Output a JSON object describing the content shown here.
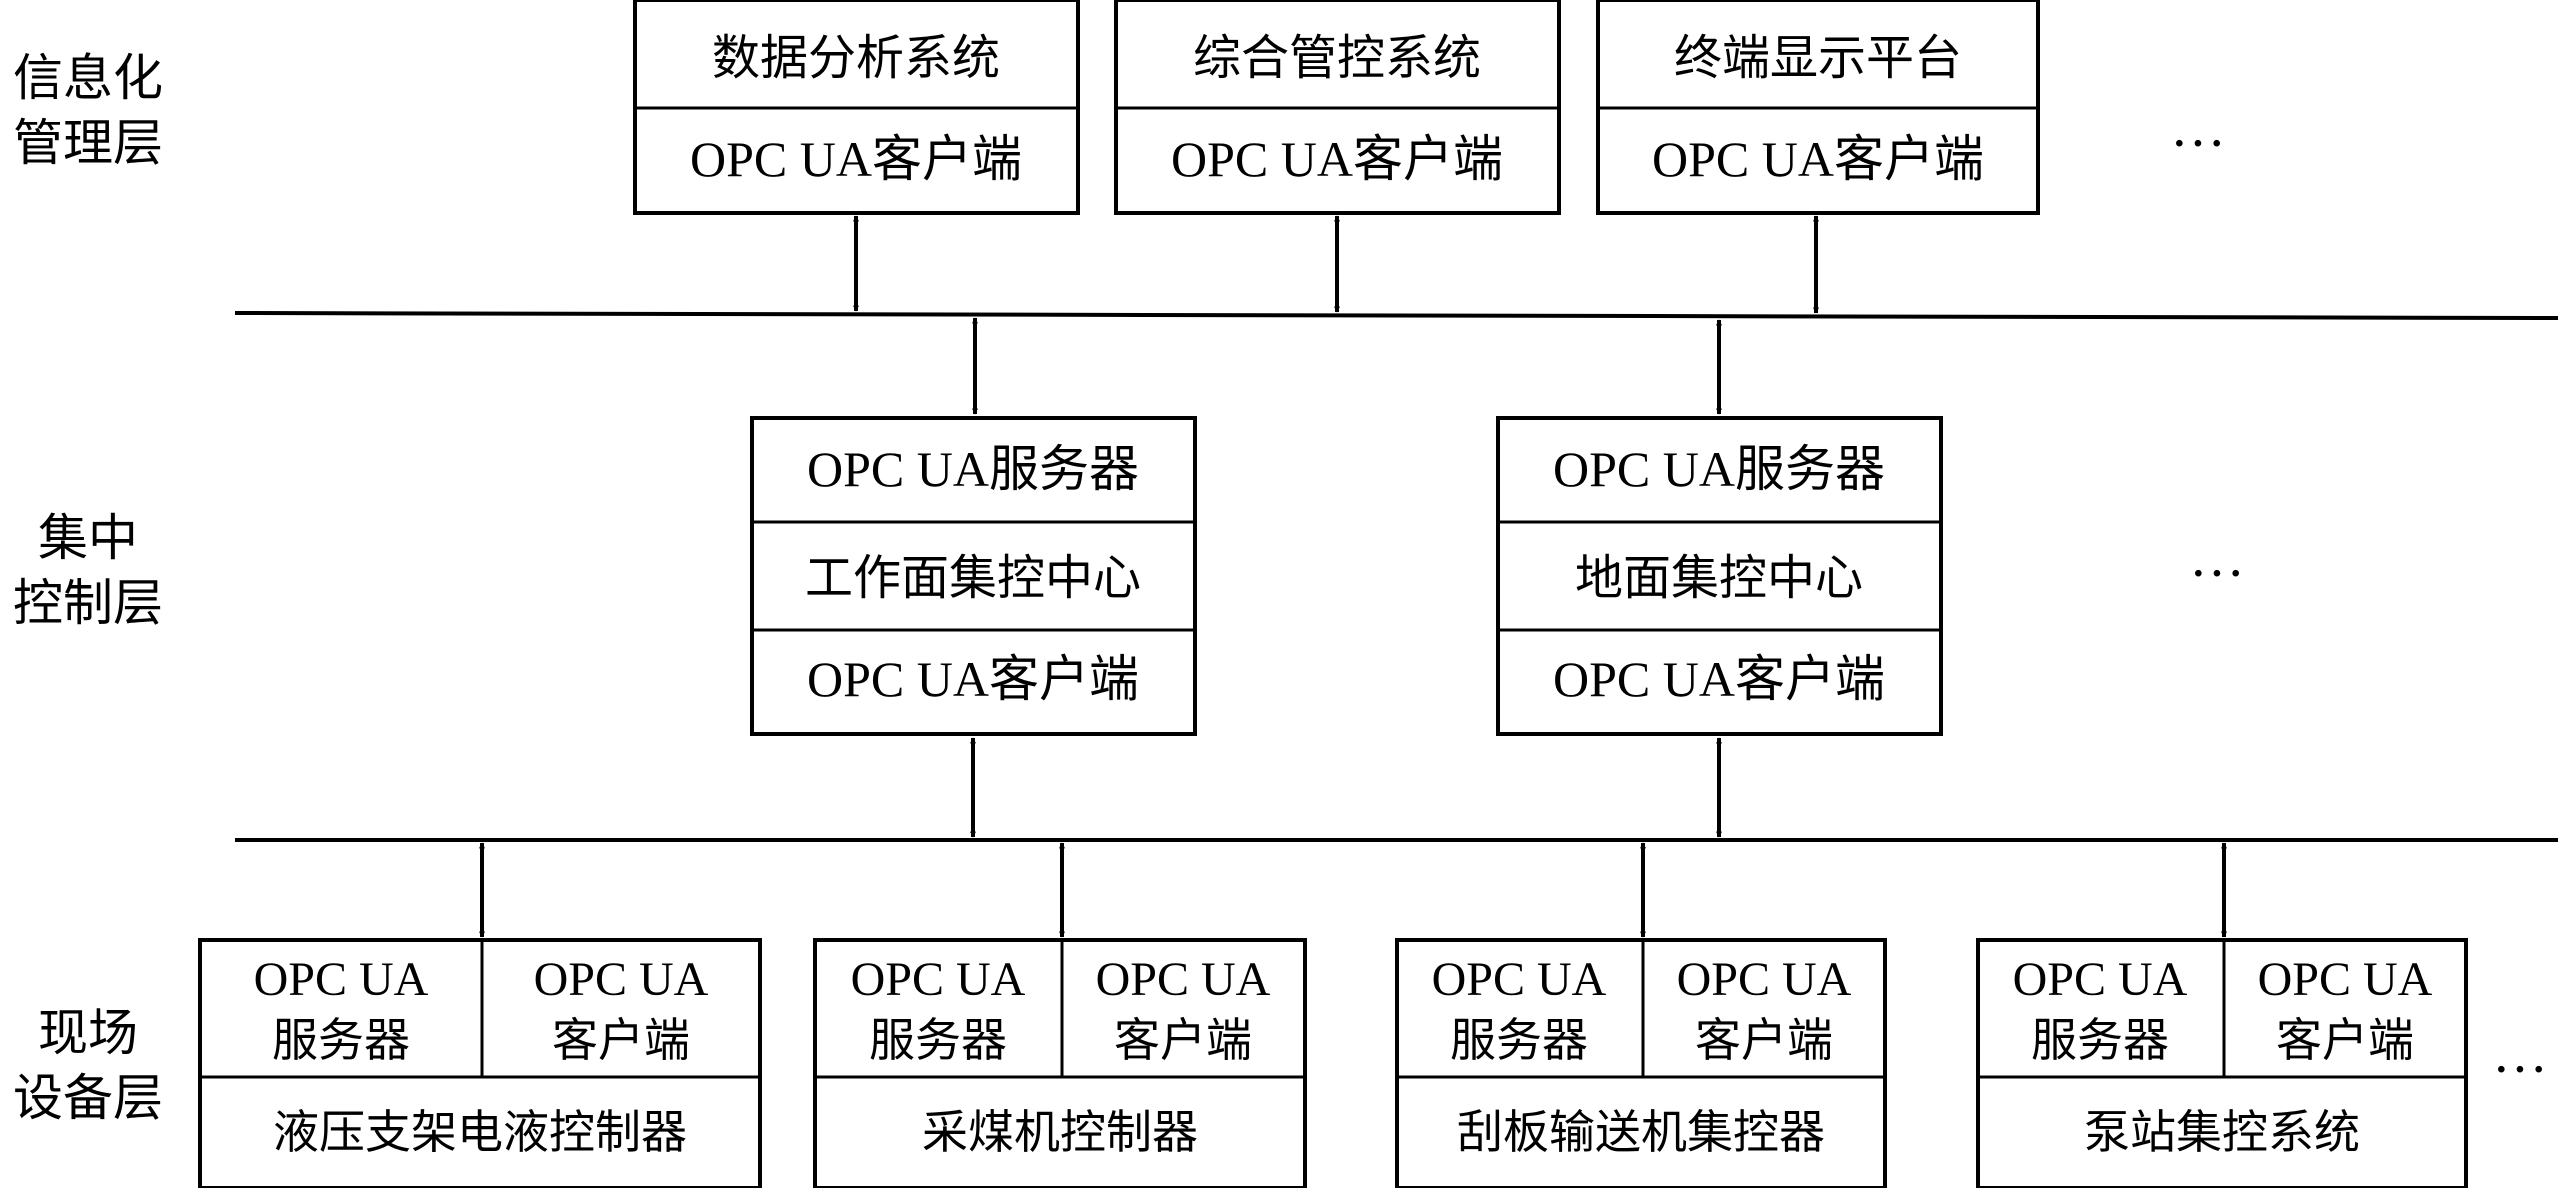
{
  "layers": {
    "info": [
      "信息化",
      "管理层"
    ],
    "control": [
      "集中",
      "控制层"
    ],
    "field": [
      "现场",
      "设备层"
    ]
  },
  "top_boxes": [
    {
      "title": "数据分析系统",
      "client": "OPC UA客户端"
    },
    {
      "title": "综合管控系统",
      "client": "OPC UA客户端"
    },
    {
      "title": "终端显示平台",
      "client": "OPC UA客户端"
    }
  ],
  "mid_boxes": [
    {
      "server": "OPC UA服务器",
      "title": "工作面集控中心",
      "client": "OPC UA客户端"
    },
    {
      "server": "OPC UA服务器",
      "title": "地面集控中心",
      "client": "OPC UA客户端"
    }
  ],
  "bottom_boxes": [
    {
      "server": [
        "OPC UA",
        "服务器"
      ],
      "client": [
        "OPC UA",
        "客户端"
      ],
      "title": "液压支架电液控制器"
    },
    {
      "server": [
        "OPC UA",
        "服务器"
      ],
      "client": [
        "OPC UA",
        "客户端"
      ],
      "title": "采煤机控制器"
    },
    {
      "server": [
        "OPC UA",
        "服务器"
      ],
      "client": [
        "OPC UA",
        "客户端"
      ],
      "title": "刮板输送机集控器"
    },
    {
      "server": [
        "OPC UA",
        "服务器"
      ],
      "client": [
        "OPC UA",
        "客户端"
      ],
      "title": "泵站集控系统"
    }
  ],
  "ellipsis": "···",
  "colors": {
    "stroke": "#000000",
    "background": "#ffffff"
  }
}
